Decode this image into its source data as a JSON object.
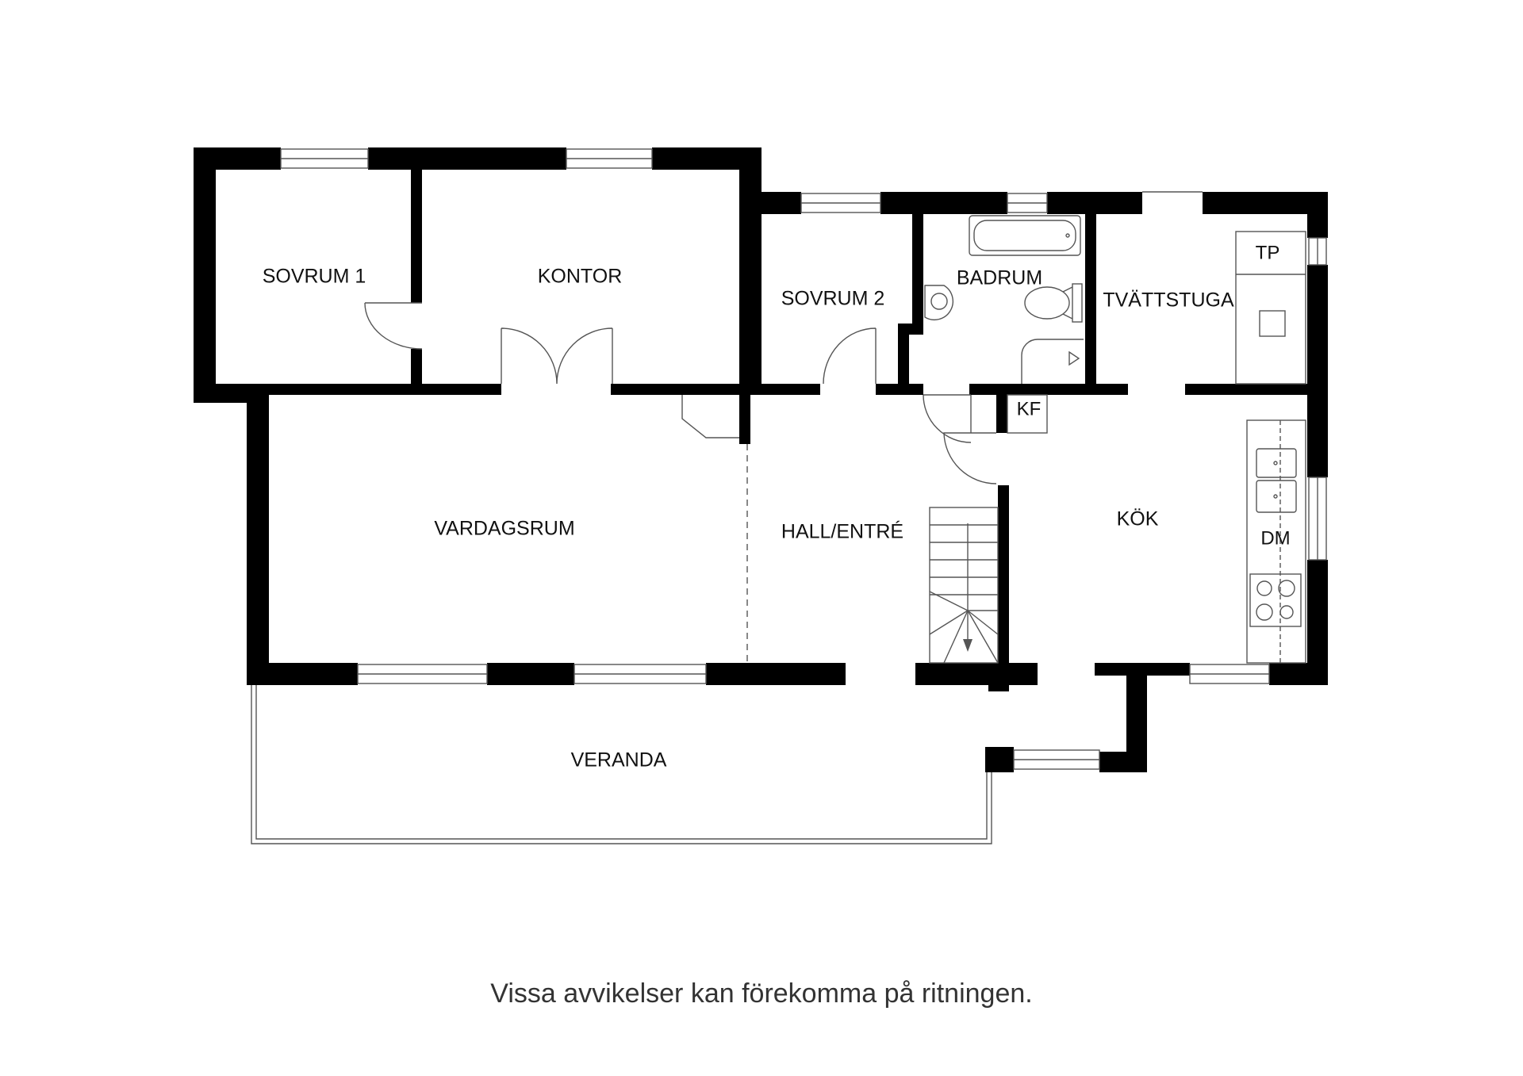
{
  "rooms": {
    "sovrum1": "SOVRUM 1",
    "kontor": "KONTOR",
    "sovrum2": "SOVRUM 2",
    "badrum": "BADRUM",
    "tvattstuga": "TVÄTTSTUGA",
    "vardagsrum": "VARDAGSRUM",
    "hall": "HALL/ENTRÉ",
    "kok": "KÖK",
    "veranda": "VERANDA"
  },
  "fixtures": {
    "tp": "TP",
    "kf": "KF",
    "dm": "DM"
  },
  "disclaimer": "Vissa avvikelser kan förekomma på ritningen.",
  "colors": {
    "wall": "#000000",
    "line": "#555555",
    "background": "#ffffff"
  }
}
